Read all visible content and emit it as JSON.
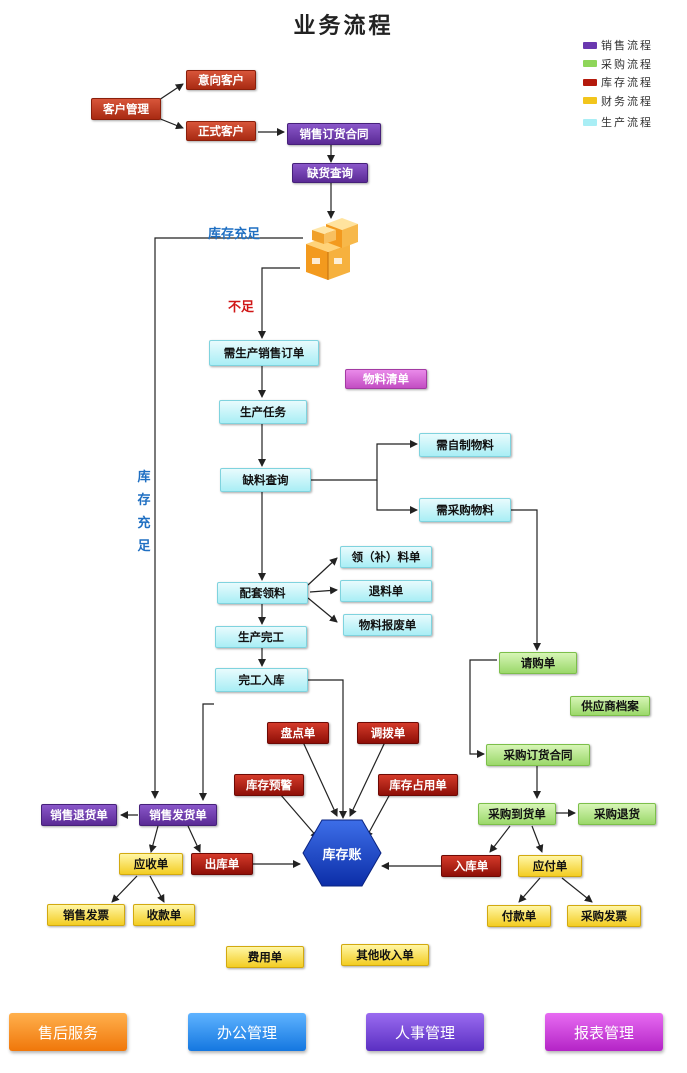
{
  "title": "业务流程",
  "legend": [
    {
      "label": "销售流程",
      "color": "#6a38b0"
    },
    {
      "label": "采购流程",
      "color": "#8fd65a"
    },
    {
      "label": "库存流程",
      "color": "#b41a0c"
    },
    {
      "label": "财务流程",
      "color": "#f2c51c"
    },
    {
      "label": "生产流程",
      "color": "#a9eef5"
    }
  ],
  "labels": {
    "stock_enough_top": "库存充足",
    "stock_enough_side": [
      "库",
      "存",
      "充",
      "足"
    ],
    "insufficient": "不足"
  },
  "nodes": {
    "customer_mgmt": "客户管理",
    "prospect": "意向客户",
    "formal_customer": "正式客户",
    "sales_contract": "销售订货合同",
    "shortage_query": "缺货查询",
    "need_prod_order": "需生产销售订单",
    "bom": "物料清单",
    "prod_task": "生产任务",
    "self_made": "需自制物料",
    "shortage_material": "缺料查询",
    "purchase_material": "需采购物料",
    "requisition": "领（补）料单",
    "return_material": "退料单",
    "matching_material": "配套领料",
    "scrap": "物料报废单",
    "prod_done": "生产完工",
    "purchase_request": "请购单",
    "finished_in": "完工入库",
    "supplier": "供应商档案",
    "stocktake": "盘点单",
    "transfer": "调拨单",
    "purchase_order": "采购订货合同",
    "stock_warning": "库存预警",
    "stock_occupy": "库存占用单",
    "sales_return": "销售退货单",
    "sales_delivery": "销售发货单",
    "purchase_arrival": "采购到货单",
    "purchase_return": "采购退货",
    "receivable": "应收单",
    "outbound": "出库单",
    "ledger": "库存账",
    "inbound": "入库单",
    "payable": "应付单",
    "sales_invoice": "销售发票",
    "receipt": "收款单",
    "payment": "付款单",
    "purchase_invoice": "采购发票",
    "expense": "费用单",
    "other_income": "其他收入单"
  },
  "bottom_buttons": [
    "售后服务",
    "办公管理",
    "人事管理",
    "报表管理"
  ]
}
